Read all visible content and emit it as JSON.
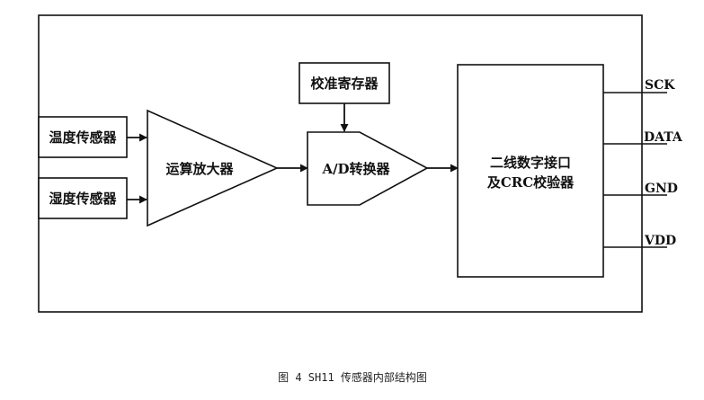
{
  "blocks": {
    "temp_sensor": "温度传感器",
    "humidity_sensor": "湿度传感器",
    "amplifier": "运算放大器",
    "calibration_register": "校准寄存器",
    "ad_converter": "A/D转换器",
    "interface_line1": "二线数字接口",
    "interface_line2": "及CRC校验器"
  },
  "pins": [
    "SCK",
    "DATA",
    "GND",
    "VDD"
  ],
  "caption": "图 4 SH11 传感器内部结构图",
  "colors": {
    "line": "#111111",
    "background": "#ffffff"
  }
}
